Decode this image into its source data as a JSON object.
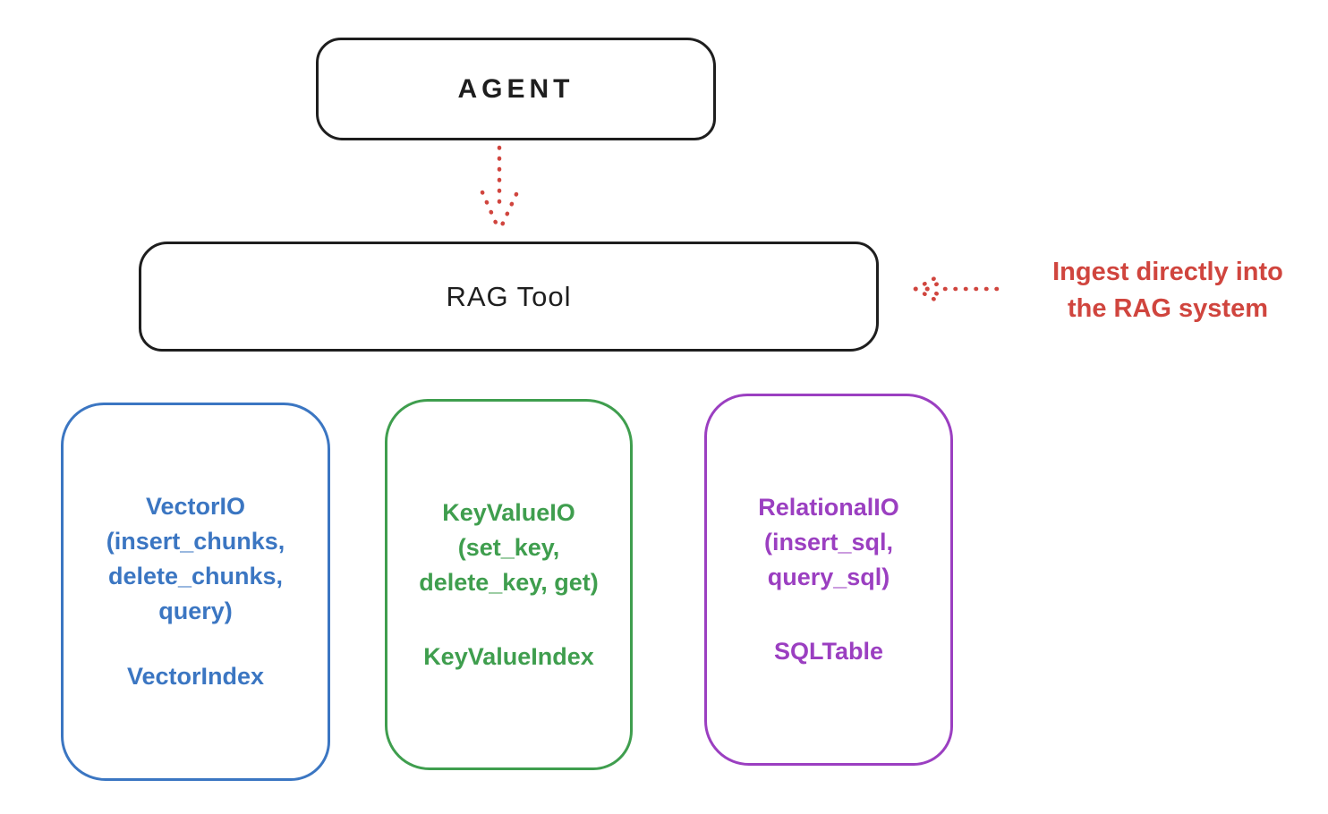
{
  "colors": {
    "ink": "#1e1e1e",
    "red": "#d0453e",
    "blue": "#3b76c2",
    "green": "#3f9e4e",
    "purple": "#9b3fc1",
    "background": "#ffffff"
  },
  "nodes": {
    "agent": {
      "label": "AGENT"
    },
    "rag_tool": {
      "label": "RAG Tool"
    },
    "vector_io": {
      "lines": [
        "VectorIO",
        "(insert_chunks,",
        "delete_chunks,",
        "query)"
      ],
      "secondary": "VectorIndex",
      "color": "#3b76c2"
    },
    "key_value_io": {
      "lines": [
        "KeyValueIO",
        "(set_key,",
        "delete_key, get)"
      ],
      "secondary": "KeyValueIndex",
      "color": "#3f9e4e"
    },
    "relational_io": {
      "lines": [
        "RelationalIO",
        "(insert_sql,",
        "query_sql)"
      ],
      "secondary": "SQLTable",
      "color": "#9b3fc1"
    }
  },
  "annotation": {
    "lines": [
      "Ingest directly into",
      "the RAG system"
    ],
    "color": "#d0453e"
  }
}
